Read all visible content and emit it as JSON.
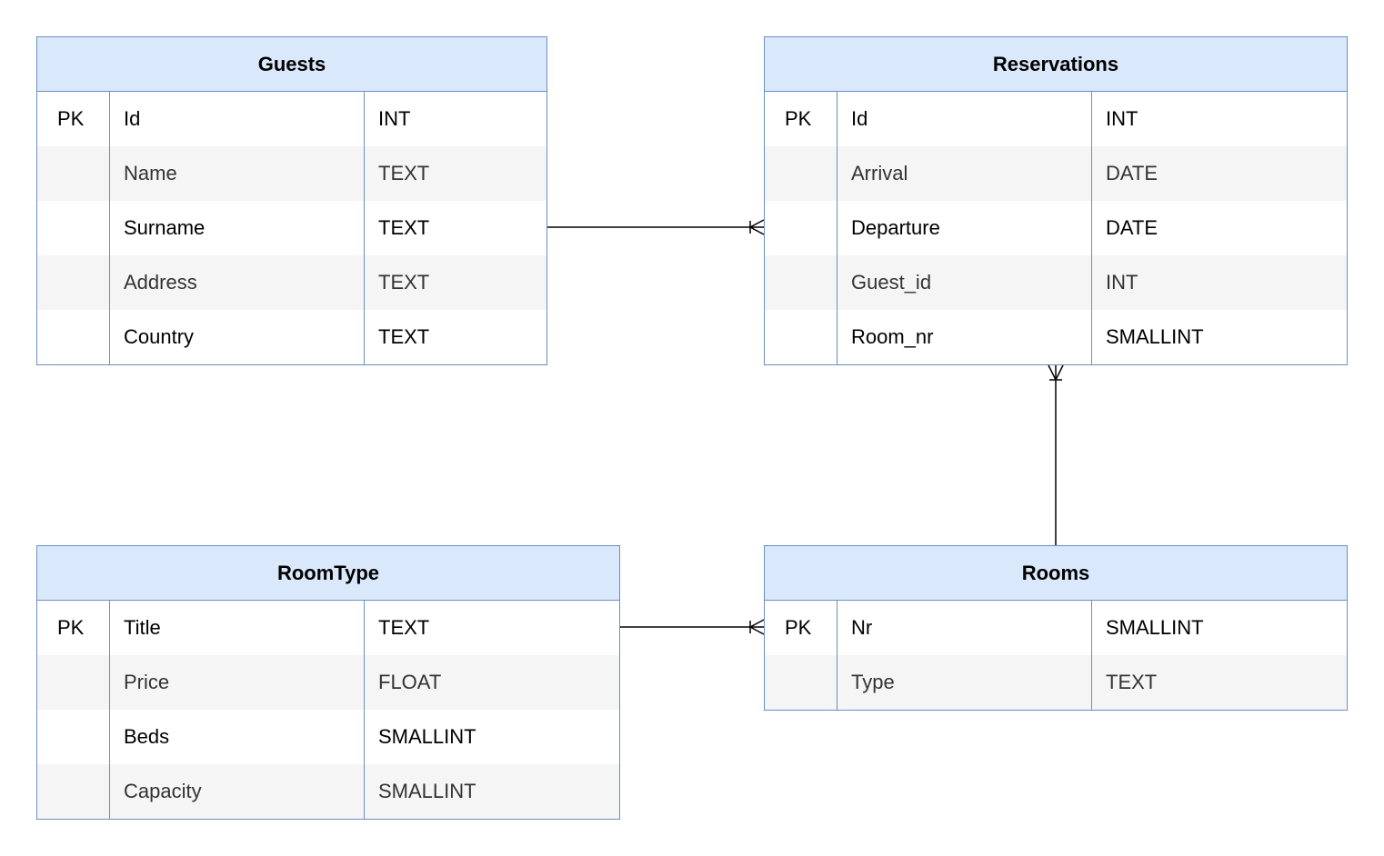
{
  "colors": {
    "header_fill": "#dae8fc",
    "border": "#6c8ebf",
    "alt_row": "#f5f5f5"
  },
  "tables": {
    "guests": {
      "title": "Guests",
      "rows": [
        {
          "key": "PK",
          "name": "Id",
          "type": "INT"
        },
        {
          "key": "",
          "name": "Name",
          "type": "TEXT"
        },
        {
          "key": "",
          "name": "Surname",
          "type": "TEXT"
        },
        {
          "key": "",
          "name": "Address",
          "type": "TEXT"
        },
        {
          "key": "",
          "name": "Country",
          "type": "TEXT"
        }
      ]
    },
    "reservations": {
      "title": "Reservations",
      "rows": [
        {
          "key": "PK",
          "name": "Id",
          "type": "INT"
        },
        {
          "key": "",
          "name": "Arrival",
          "type": "DATE"
        },
        {
          "key": "",
          "name": "Departure",
          "type": "DATE"
        },
        {
          "key": "",
          "name": "Guest_id",
          "type": "INT"
        },
        {
          "key": "",
          "name": "Room_nr",
          "type": "SMALLINT"
        }
      ]
    },
    "roomtype": {
      "title": "RoomType",
      "rows": [
        {
          "key": "PK",
          "name": "Title",
          "type": "TEXT"
        },
        {
          "key": "",
          "name": "Price",
          "type": "FLOAT"
        },
        {
          "key": "",
          "name": "Beds",
          "type": "SMALLINT"
        },
        {
          "key": "",
          "name": "Capacity",
          "type": "SMALLINT"
        }
      ]
    },
    "rooms": {
      "title": "Rooms",
      "rows": [
        {
          "key": "PK",
          "name": "Nr",
          "type": "SMALLINT"
        },
        {
          "key": "",
          "name": "Type",
          "type": "TEXT"
        }
      ]
    }
  },
  "relationships": [
    {
      "from": "Guests",
      "to": "Reservations",
      "cardinality": "one-to-many"
    },
    {
      "from": "Rooms",
      "to": "Reservations",
      "cardinality": "one-to-many"
    },
    {
      "from": "RoomType",
      "to": "Rooms",
      "cardinality": "one-to-many"
    }
  ]
}
